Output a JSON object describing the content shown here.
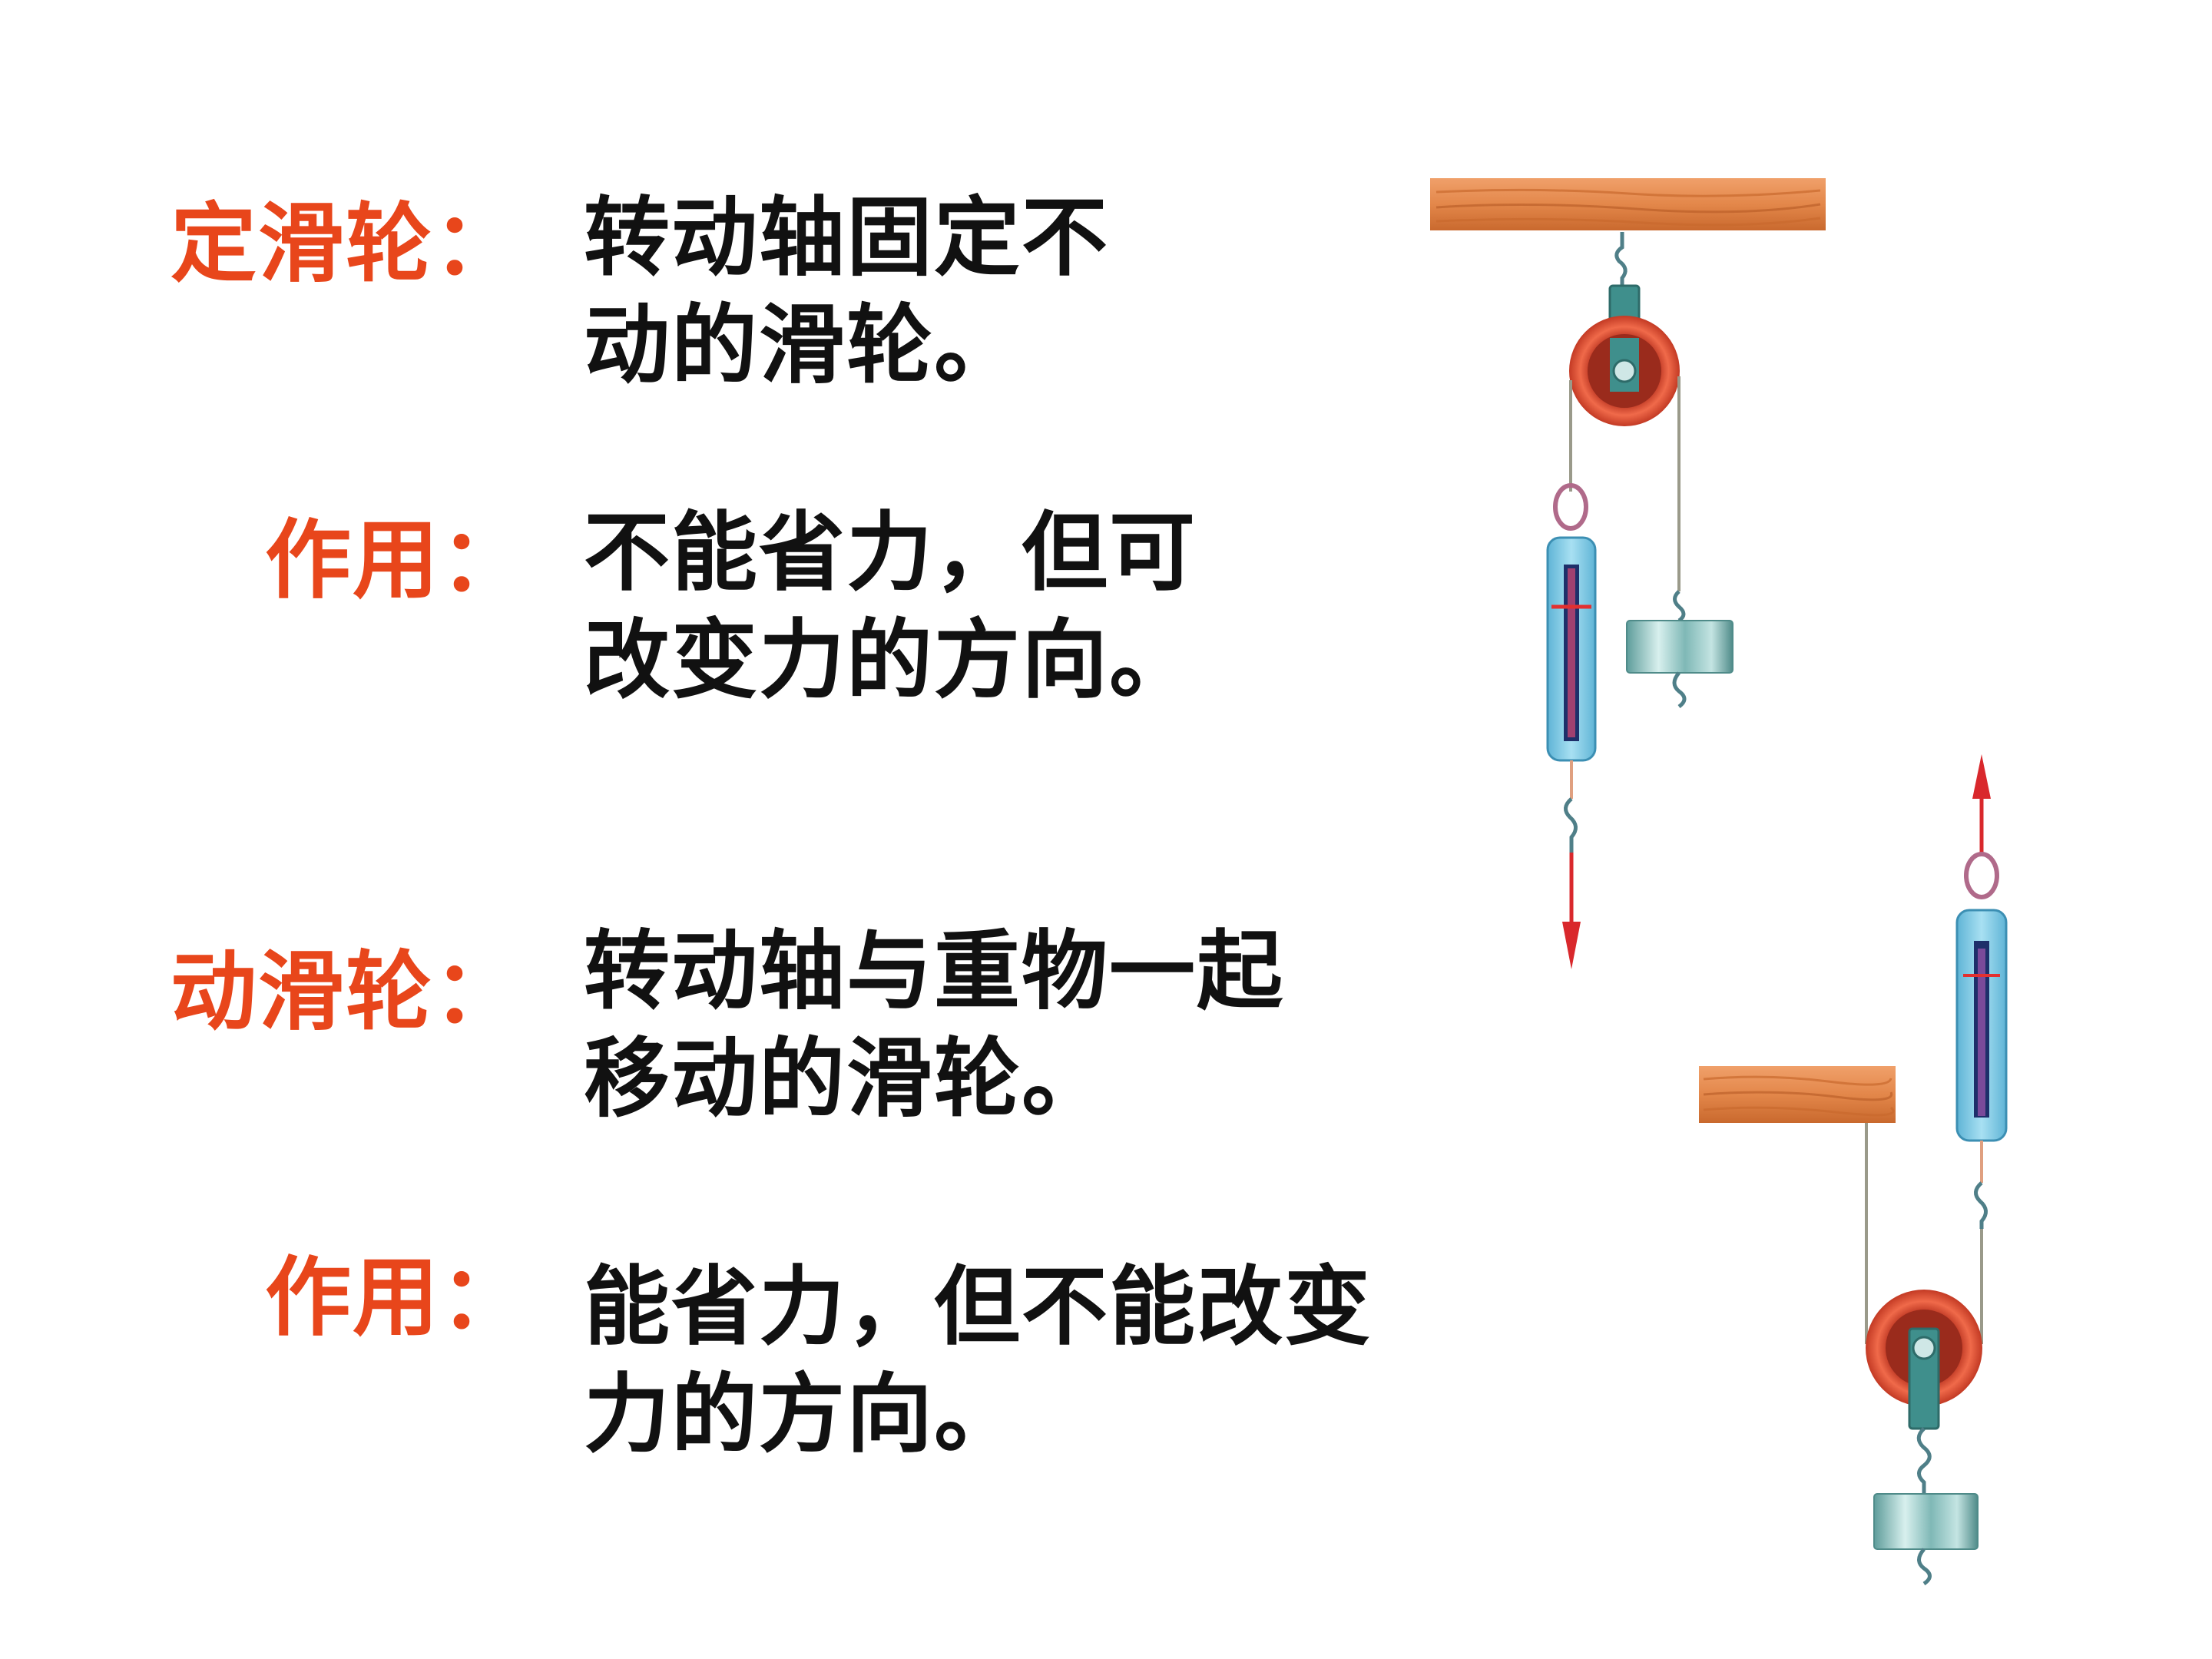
{
  "fixed_pulley": {
    "label": "定滑轮：",
    "definition": [
      "转动轴固定不",
      "动的滑轮。"
    ],
    "effect_label": "作用：",
    "effect": [
      "不能省力，但可",
      "改变力的方向。"
    ]
  },
  "movable_pulley": {
    "label": "动滑轮：",
    "definition": [
      "转动轴与重物一起",
      "移动的滑轮。"
    ],
    "effect_label": "作用：",
    "effect": [
      "能省力，但不能改变",
      "力的方向。"
    ]
  },
  "colors": {
    "label": "#e8461b",
    "text": "#111111",
    "wood": "#e3874a",
    "wood_grain": "#c9692e",
    "pulley_ring": "#e8503a",
    "pulley_bracket": "#3f8f8c",
    "scale_body": "#8ed3ec",
    "force_arrow": "#d9282c",
    "weight": "#7fb8b6",
    "rope": "#9a9a8a"
  },
  "icons": [
    "wood-beam-icon",
    "hook-icon",
    "pulley-icon",
    "spring-scale-icon",
    "weight-icon",
    "force-arrow-icon"
  ]
}
